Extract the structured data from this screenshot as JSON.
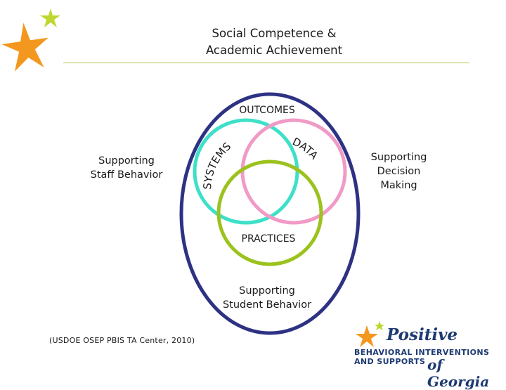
{
  "title": {
    "line1": "Social Competence &",
    "line2": "Academic Achievement"
  },
  "labels": {
    "outcomes": "OUTCOMES",
    "systems": "SYSTEMS",
    "data": "DATA",
    "practices": "PRACTICES",
    "staff": {
      "line1": "Supporting",
      "line2": "Staff Behavior"
    },
    "decision": {
      "line1": "Supporting",
      "line2": "Decision",
      "line3": "Making"
    },
    "student": {
      "line1": "Supporting",
      "line2": "Student Behavior"
    }
  },
  "citation": "(USDOE OSEP PBIS TA Center, 2010)",
  "logo": {
    "word1": "Positive",
    "line2": "BEHAVIORAL INTERVENTIONS",
    "line3": "AND SUPPORTS",
    "word4": "of Georgia"
  },
  "colors": {
    "outer_oval": "#2e3283",
    "systems_circle": "#3de0c8",
    "data_circle": "#f19ac6",
    "practices_circle": "#9bc21d",
    "rule": "#b8c44a",
    "star_orange": "#f3971f",
    "star_green": "#bfd630",
    "logo_navy": "#1e3a72"
  }
}
